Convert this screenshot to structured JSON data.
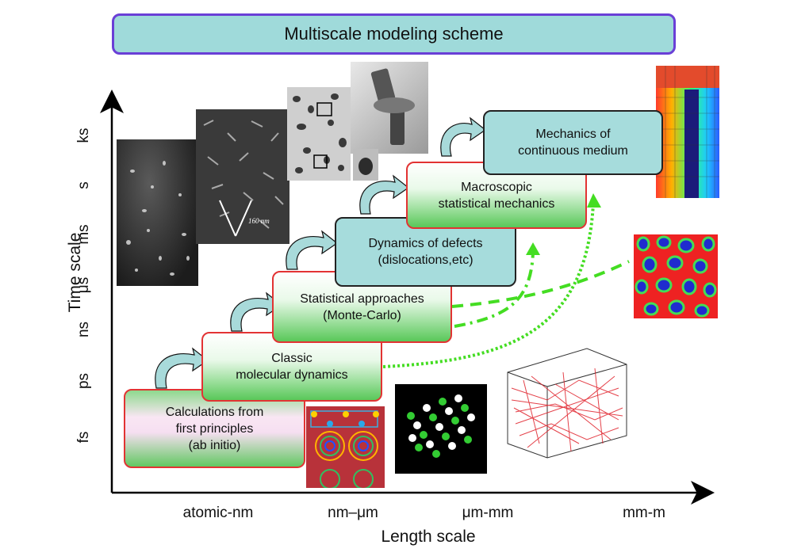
{
  "title": "Multiscale modeling scheme",
  "boxes": {
    "ab_initio": "Calculations from\nfirst principles\n(ab initio)",
    "molecular_dynamics": "Classic\nmolecular dynamics",
    "statistical": "Statistical approaches\n(Monte-Carlo)",
    "defects": "Dynamics of defects\n(dislocations,etc)",
    "macroscopic": "Macroscopic\nstatistical mechanics",
    "continuum": "Mechanics of\ncontinuous medium"
  },
  "axes": {
    "y_title": "Time scale",
    "x_title": "Length scale",
    "y_ticks": [
      "fs",
      "ps",
      "ns",
      "μs",
      "ms",
      "s",
      "ks"
    ],
    "x_ticks": [
      "atomic-nm",
      "nm–μm",
      "μm-mm",
      "mm-m"
    ]
  },
  "micrograph_scale_label": "160 nm",
  "colors": {
    "title_bg": "#9fdada",
    "title_border": "#6a3fd6",
    "teal_box": "#a6dcdc",
    "red_border": "#e23333",
    "green_connector": "#44dd22",
    "arrow_fill": "#a8dada"
  },
  "icons": {
    "step_arrow": "curved-arrow-icon"
  }
}
